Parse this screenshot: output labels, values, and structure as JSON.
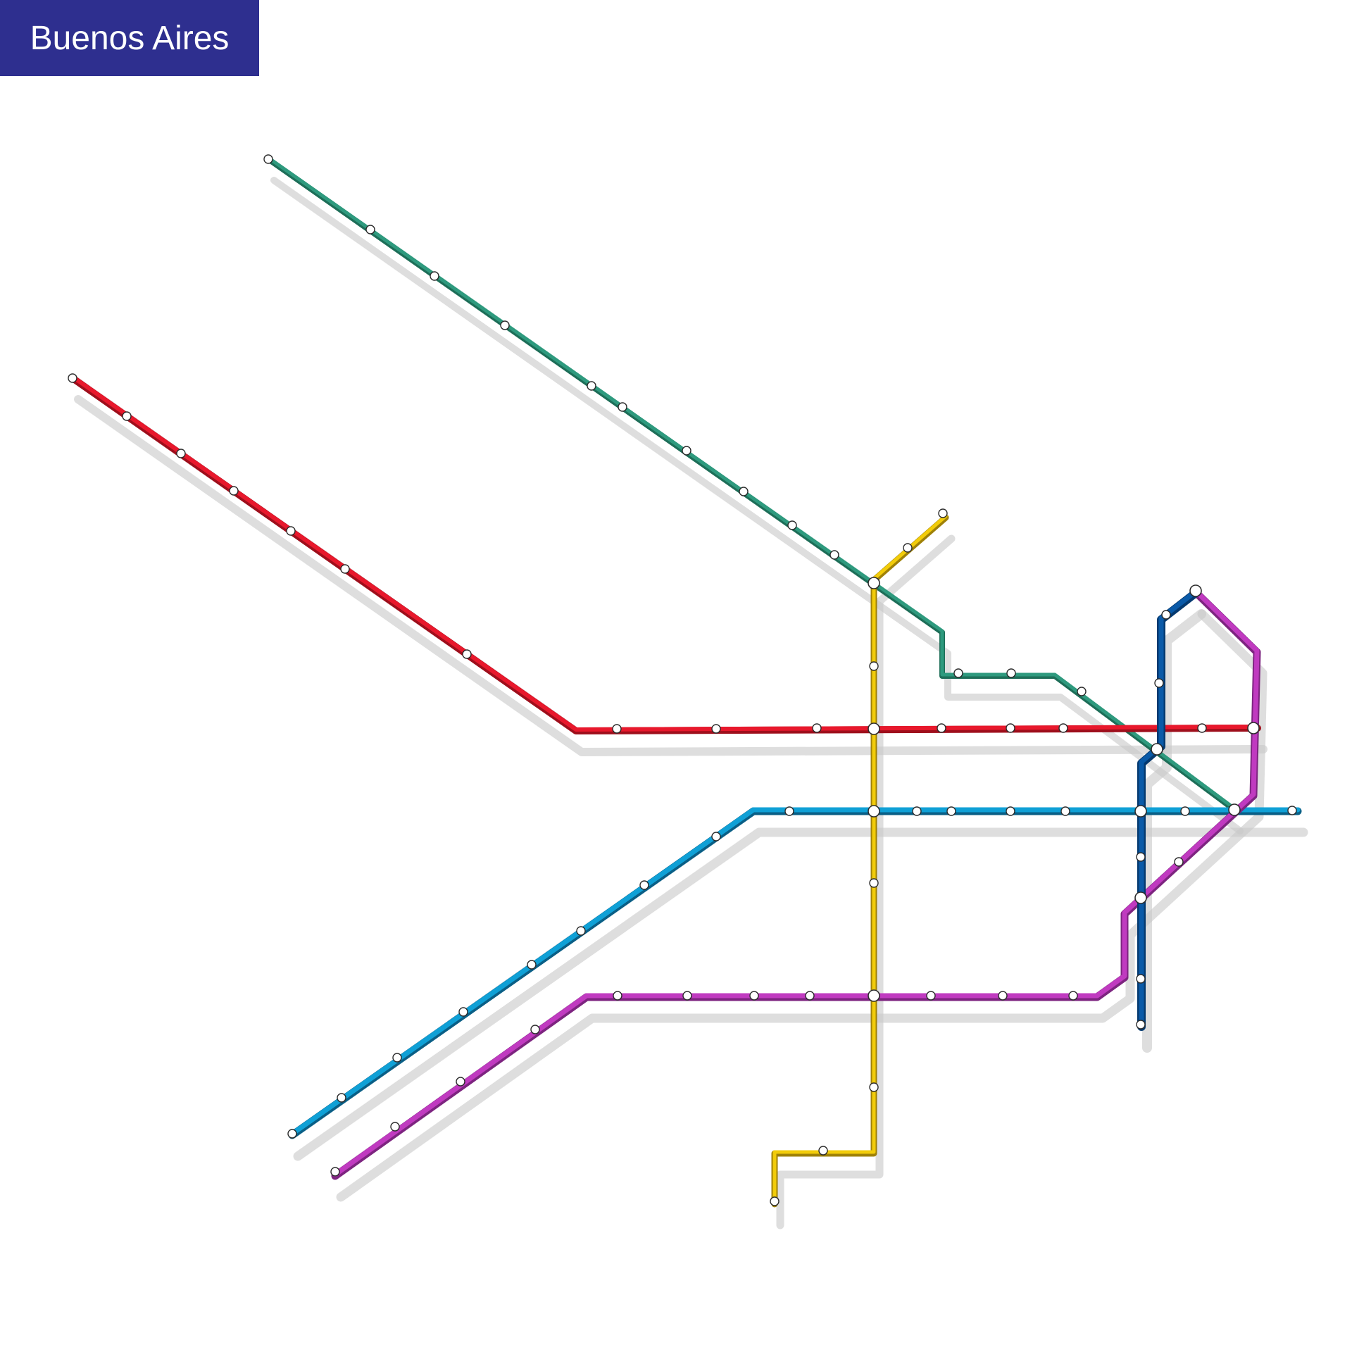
{
  "title": "Buenos Aires",
  "colors": {
    "title_bg": "#2e2f8f",
    "title_text": "#ffffff",
    "background": "#ffffff",
    "shadow": "#c8c8c8"
  },
  "lines": [
    {
      "id": "green",
      "color": "#2e9a7e",
      "dark": "#1d6e58"
    },
    {
      "id": "red",
      "color": "#e8182c",
      "dark": "#9e0f1c"
    },
    {
      "id": "yellow",
      "color": "#f2cc0a",
      "dark": "#9f8108"
    },
    {
      "id": "cyan",
      "color": "#0fa0d6",
      "dark": "#0a5f86"
    },
    {
      "id": "purple",
      "color": "#c03ac0",
      "dark": "#7d2480"
    },
    {
      "id": "darkblue",
      "color": "#0a5aa8",
      "dark": "#053a70"
    }
  ]
}
